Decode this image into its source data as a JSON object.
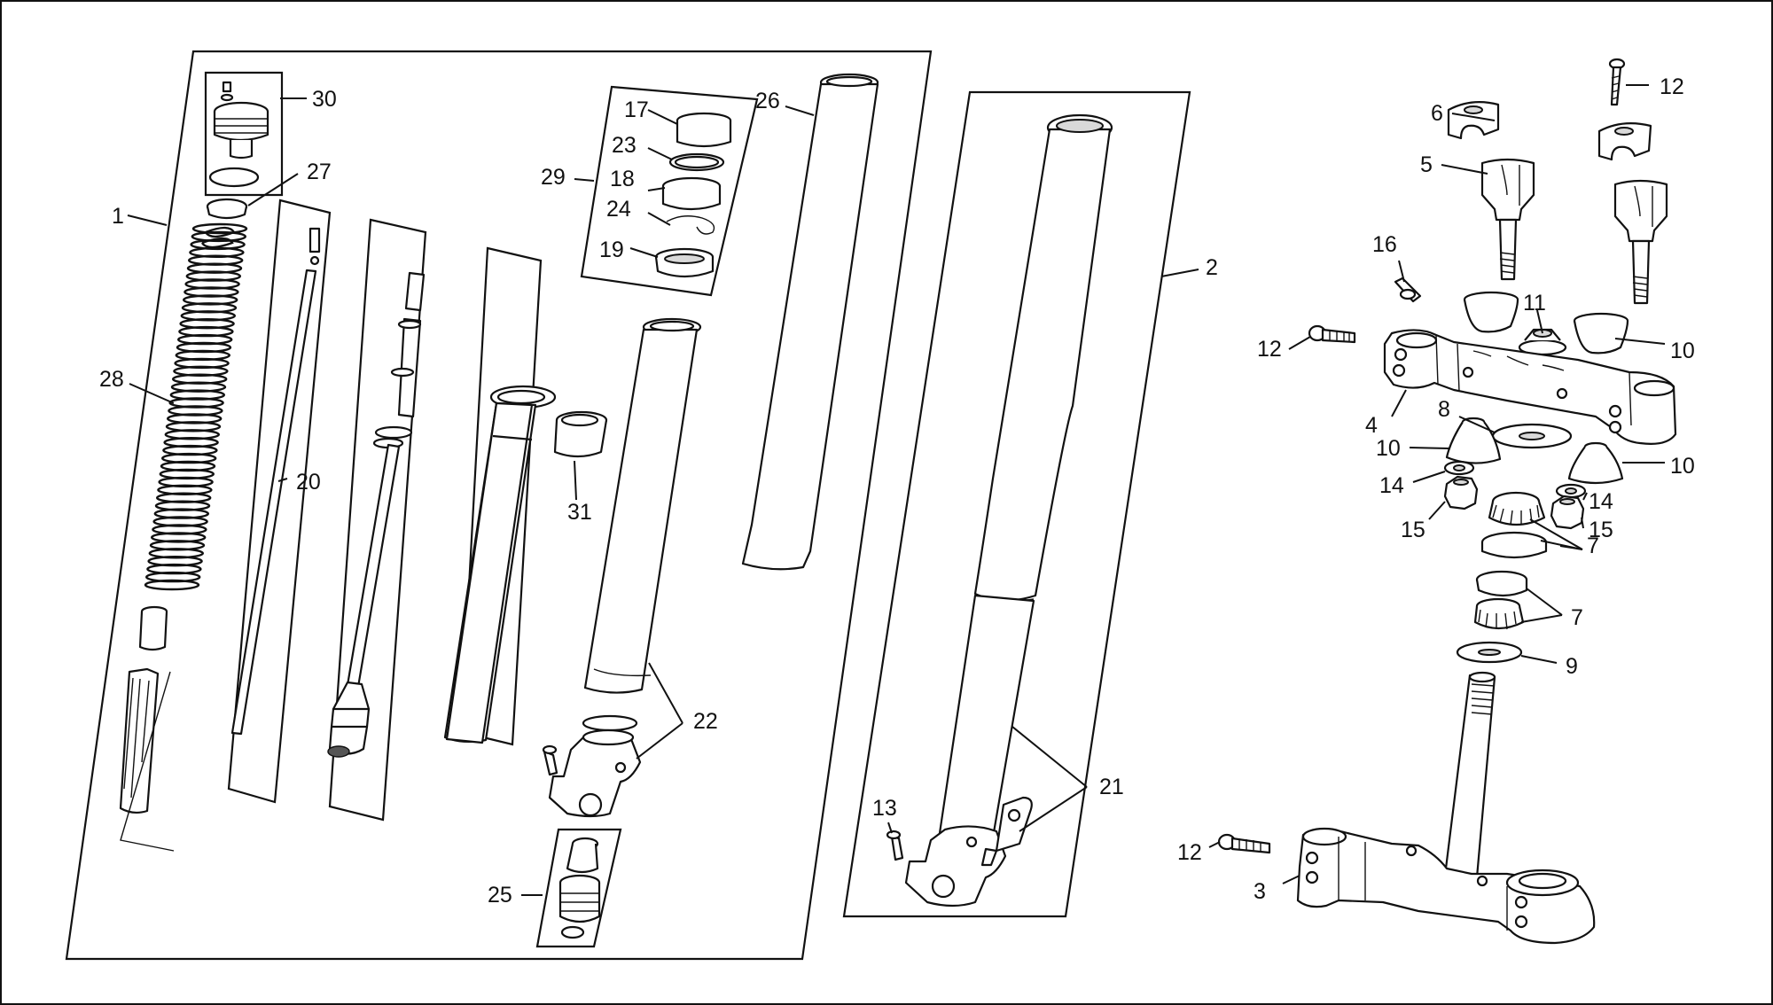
{
  "diagram": {
    "background": "#ffffff",
    "line_color": "#111111",
    "callouts": {
      "c1": "1",
      "c2": "2",
      "c3": "3",
      "c4": "4",
      "c5": "5",
      "c6": "6",
      "c7a": "7",
      "c7b": "7",
      "c8": "8",
      "c9": "9",
      "c10a": "10",
      "c10b": "10",
      "c10c": "10",
      "c11": "11",
      "c12a": "12",
      "c12b": "12",
      "c12c": "12",
      "c13": "13",
      "c14a": "14",
      "c14b": "14",
      "c15a": "15",
      "c15b": "15",
      "c16": "16",
      "c17": "17",
      "c18": "18",
      "c19": "19",
      "c20": "20",
      "c21": "21",
      "c22": "22",
      "c23": "23",
      "c24": "24",
      "c25": "25",
      "c26": "26",
      "c27": "27",
      "c28": "28",
      "c29": "29",
      "c30": "30",
      "c31": "31"
    },
    "parts": [
      "fork-cap",
      "cap-o-ring",
      "spring-seat",
      "fork-spring",
      "spacer",
      "spring-guide",
      "damper-rod-tube",
      "cartridge",
      "inner-tube",
      "bushing",
      "outer-slider",
      "axle-clamp",
      "slider-seals",
      "bottom-valve",
      "outer-tube",
      "fork-leg-assembly",
      "upper-clamp",
      "lower-clamp-steerer",
      "handlebar-riser",
      "riser-clamp",
      "rubber-mount",
      "washer",
      "nut",
      "steering-bearing",
      "bearing-race",
      "dust-shield",
      "bolt"
    ]
  }
}
